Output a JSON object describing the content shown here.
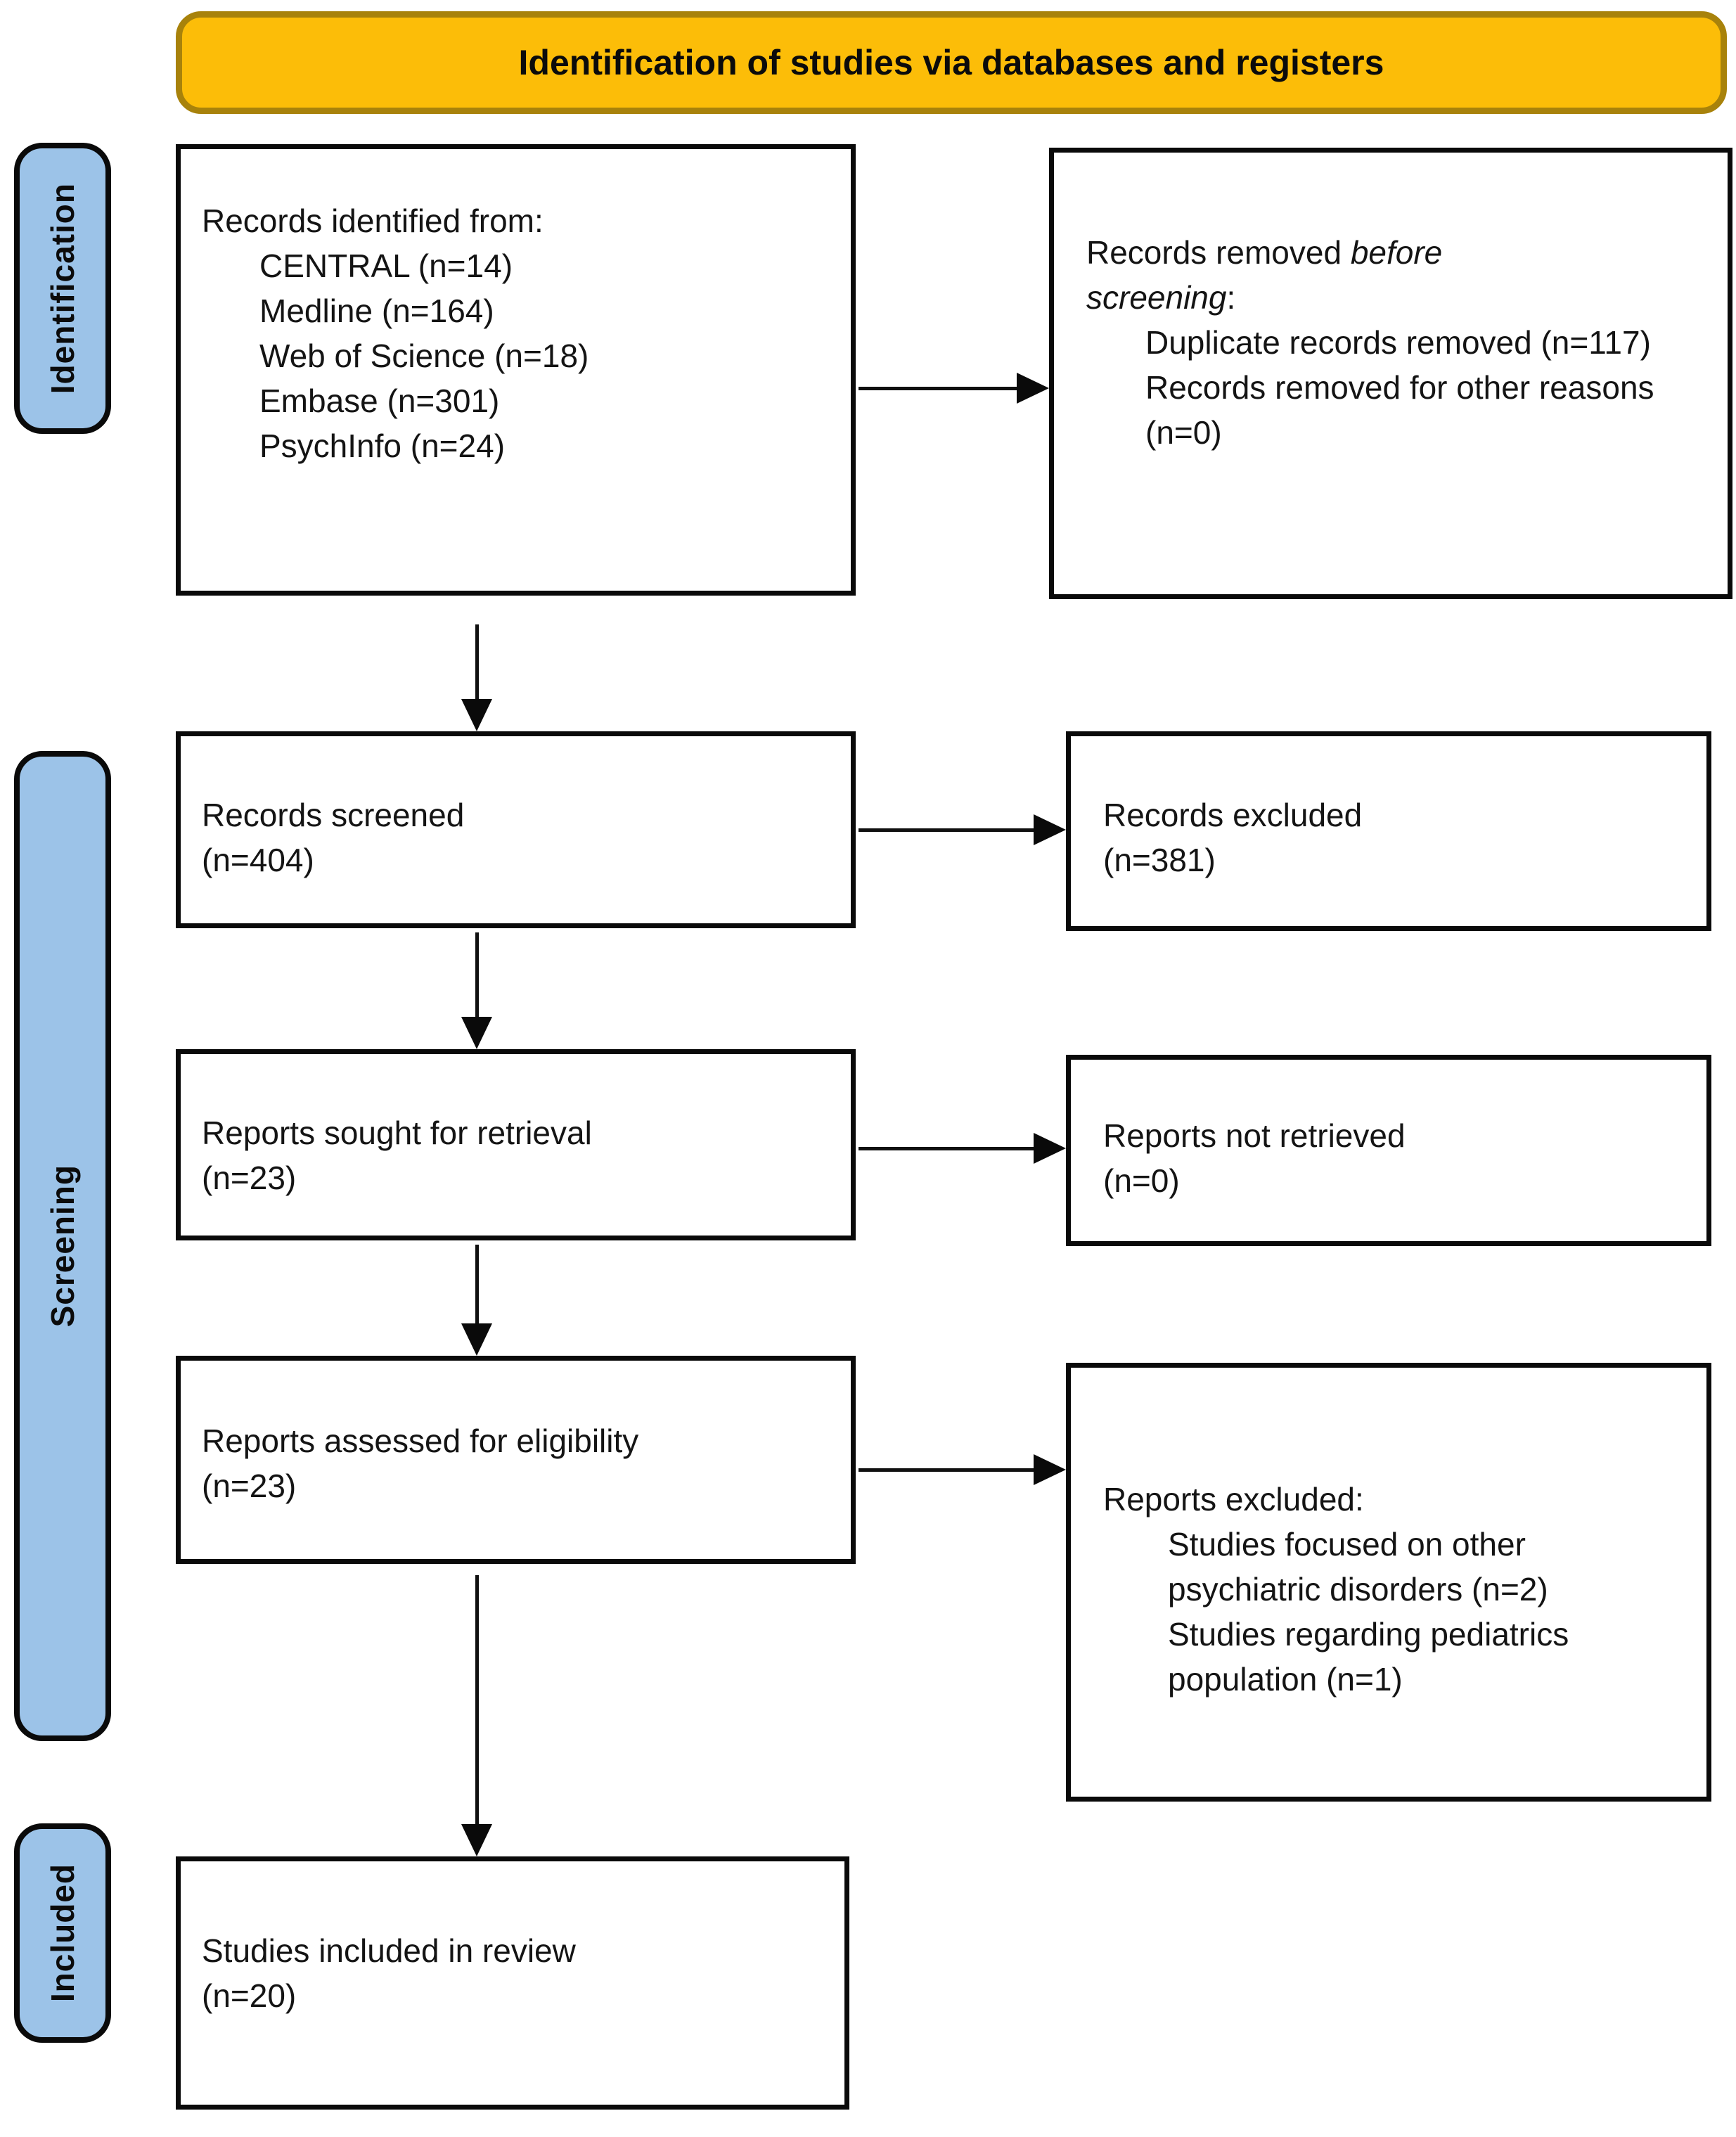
{
  "title": "Identification of studies via databases and registers",
  "colors": {
    "banner_fill": "#FCBD08",
    "banner_border": "#A8820B",
    "stage_fill": "#9CC3E8",
    "box_border": "#0A0A0A",
    "arrow": "#101010"
  },
  "stages": {
    "identification": "Identification",
    "screening": "Screening",
    "included": "Included"
  },
  "boxes": {
    "records_identified": {
      "intro": "Records identified from:",
      "items": [
        "CENTRAL (n=14)",
        "Medline (n=164)",
        "Web of Science (n=18)",
        "Embase (n=301)",
        "PsychInfo (n=24)"
      ]
    },
    "records_removed": {
      "prefix": "Records removed ",
      "emphasis": "before screening",
      "suffix": ":",
      "items": [
        "Duplicate records removed (n=117)",
        "Records removed for other reasons (n=0)"
      ]
    },
    "records_screened": {
      "line1": "Records screened",
      "line2": "(n=404)"
    },
    "records_excluded": {
      "line1": "Records excluded",
      "line2": "(n=381)"
    },
    "reports_sought": {
      "line1": "Reports sought for retrieval",
      "line2": "(n=23)"
    },
    "reports_not_retrieved": {
      "line1": "Reports not retrieved",
      "line2": "(n=0)"
    },
    "reports_assessed": {
      "line1": "Reports assessed for eligibility",
      "line2": "(n=23)"
    },
    "reports_excluded": {
      "intro": "Reports excluded:",
      "items": [
        "Studies focused on other psychiatric disorders (n=2)",
        "Studies regarding pediatrics population (n=1)"
      ]
    },
    "studies_included": {
      "line1": "Studies included in review",
      "line2": "(n=20)"
    }
  }
}
